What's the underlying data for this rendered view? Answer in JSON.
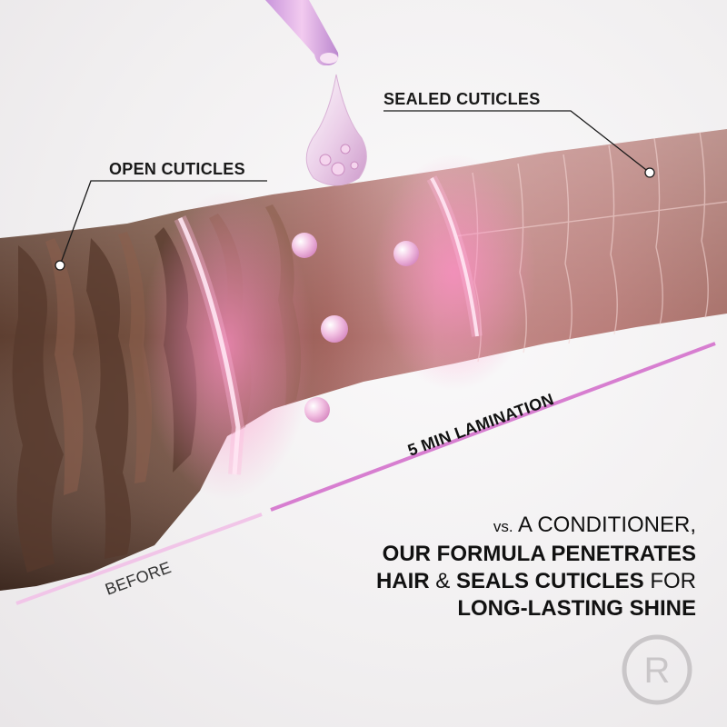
{
  "callouts": {
    "open_cuticles": "OPEN CUTICLES",
    "sealed_cuticles": "SEALED CUTICLES",
    "lamination": "5 MIN LAMINATION",
    "before": "BEFORE"
  },
  "claim": {
    "line1_prefix": "vs.",
    "line1_rest": "A CONDITIONER,",
    "line2": "OUR FORMULA PENETRATES",
    "line3_a": "HAIR",
    "line3_amp": "&",
    "line3_b": "SEALS CUTICLES",
    "line3_c": "FOR",
    "line4": "LONG-LASTING SHINE"
  },
  "logo": {
    "letter": "R"
  },
  "colors": {
    "accent_pink": "#d77ed0",
    "light_pink": "#f1c5e8",
    "hair_brown": "#6e4a3a",
    "sealed_pink": "#b97a76",
    "glow": "#ff9ad0"
  },
  "icons": {
    "drop": "droplet-icon",
    "logo": "registered-r-logo-icon"
  }
}
